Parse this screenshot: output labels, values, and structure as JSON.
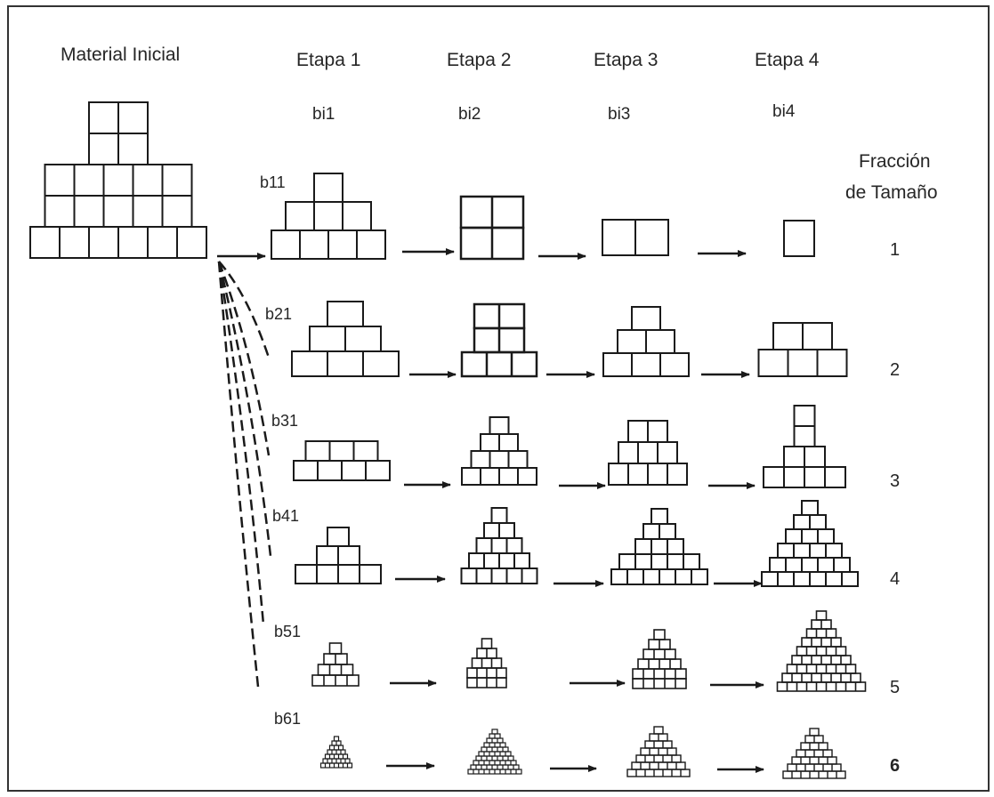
{
  "headers": {
    "initial": "Material Inicial",
    "stages": [
      {
        "title": "Etapa 1",
        "sub": "bi1"
      },
      {
        "title": "Etapa 2",
        "sub": "bi2"
      },
      {
        "title": "Etapa 3",
        "sub": "bi3"
      },
      {
        "title": "Etapa 4",
        "sub": "bi4"
      }
    ],
    "fraction_title_line1": "Fracción",
    "fraction_title_line2": "de Tamaño"
  },
  "rows": [
    {
      "label": "b11",
      "fraction": "1"
    },
    {
      "label": "b21",
      "fraction": "2"
    },
    {
      "label": "b31",
      "fraction": "3"
    },
    {
      "label": "b41",
      "fraction": "4"
    },
    {
      "label": "b51",
      "fraction": "5"
    },
    {
      "label": "b61",
      "fraction": "6"
    }
  ],
  "colors": {
    "line": "#1a1a1a",
    "background": "#ffffff"
  }
}
